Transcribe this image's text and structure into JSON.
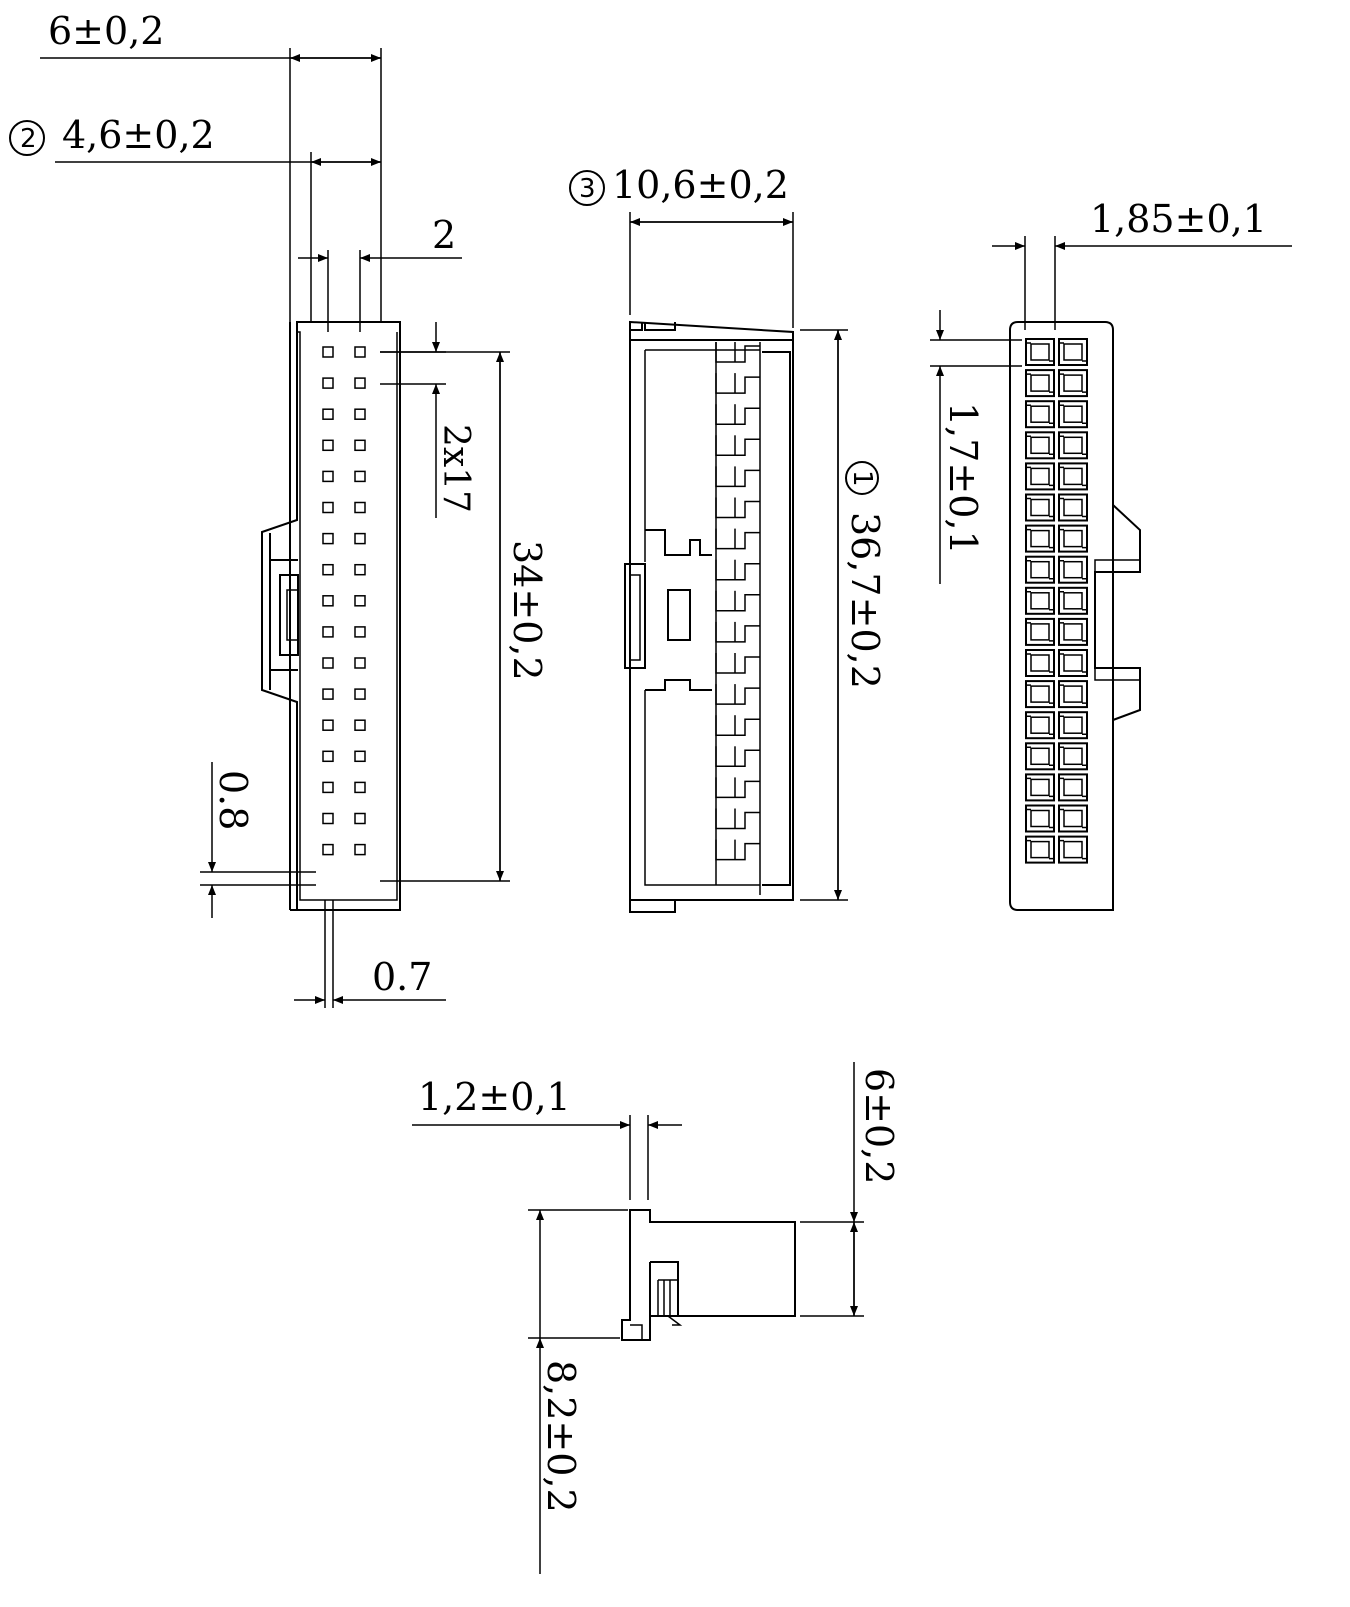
{
  "dims": {
    "overall_width": "6±0,2",
    "inner_width": "4,6±0,2",
    "inner_width_ref": "2",
    "pitch_x": "2",
    "pitch_y_count": "2x17",
    "row_span": "34±0,2",
    "offset_bottom": "0.8",
    "pin_size": "0.7",
    "depth": "10,6±0,2",
    "depth_ref": "3",
    "length": "36,7±0,2",
    "length_ref": "1",
    "cell_pitch": "1,85±0,1",
    "cell_height": "1,7±0,1",
    "latch_width": "1,2±0,1",
    "side_height": "6±0,2",
    "total_height": "8,2±0,2"
  }
}
